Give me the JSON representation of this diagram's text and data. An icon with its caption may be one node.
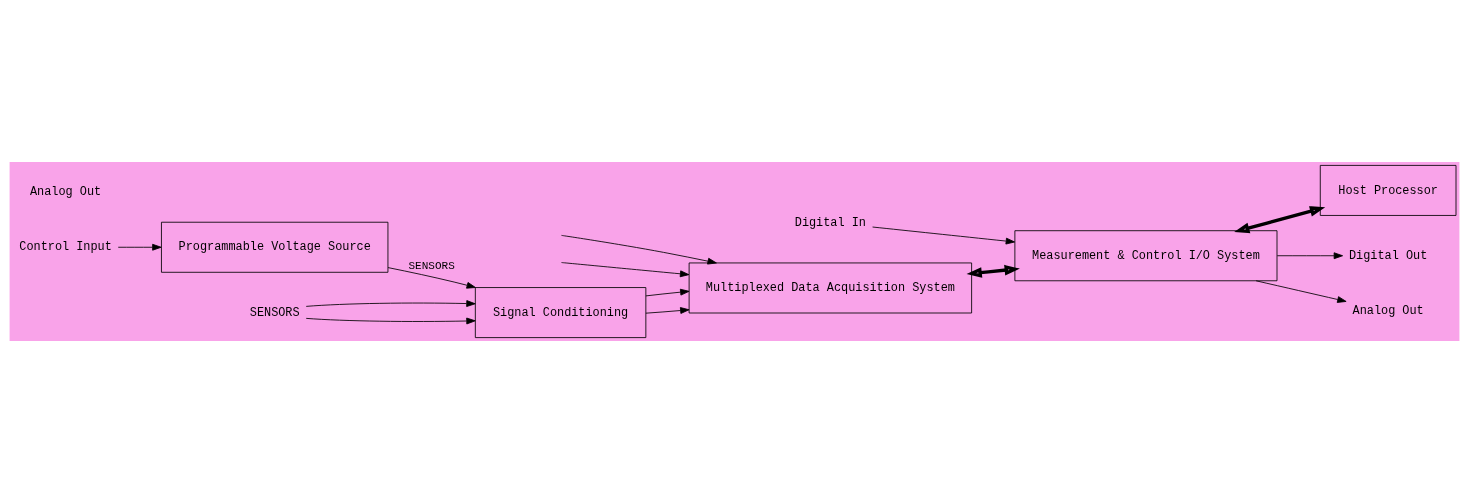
{
  "diagram": {
    "nodes": [
      {
        "text": [
          "Signal Conditioning"
        ]
      },
      {
        "text": [
          "Multiplexed Data Acquisition System"
        ]
      },
      {
        "text": [
          "Measurement & Control I/O System"
        ]
      },
      {
        "text": [
          "Host Processor"
        ]
      },
      {
        "text": [
          "Programmable Voltage Source"
        ]
      },
      {
        "text": [
          "SENSORS"
        ]
      },
      {
        "text": [
          "Digital In"
        ]
      },
      {
        "text": [
          "Digital Out"
        ]
      },
      {
        "text": [
          "Analog Out"
        ]
      },
      {
        "text": [
          "Control Input"
        ]
      }
    ],
    "edges": [
      {
        "from": 5,
        "to": 0,
        "arrow": "to"
      },
      {
        "from": 5,
        "to": 0,
        "arrow": "to"
      },
      {
        "from": 0,
        "to": 1,
        "arrow": "to"
      },
      {
        "from": 0,
        "to": 1,
        "arrow": "to"
      },
      {
        "from": null,
        "to": 1,
        "arrow": "to"
      },
      {
        "from": null,
        "to": 1,
        "arrow": "to"
      },
      {
        "from": 1,
        "to": 2,
        "arrow": "both",
        "style": "thick"
      },
      {
        "from": 2,
        "to": 3,
        "arrow": "both",
        "style": "thick"
      },
      {
        "from": 6,
        "to": 2,
        "arrow": "to"
      },
      {
        "from": 2,
        "to": 7,
        "arrow": "to"
      },
      {
        "from": 2,
        "to": 8,
        "arrow": "to"
      },
      {
        "from": 9,
        "to": 4,
        "arrow": "to"
      },
      {
        "from": 4,
        "to": 0,
        "arrow": "to",
        "label": "SENSORS"
      }
    ],
    "labels": [
      "Analog Out"
    ]
  }
}
